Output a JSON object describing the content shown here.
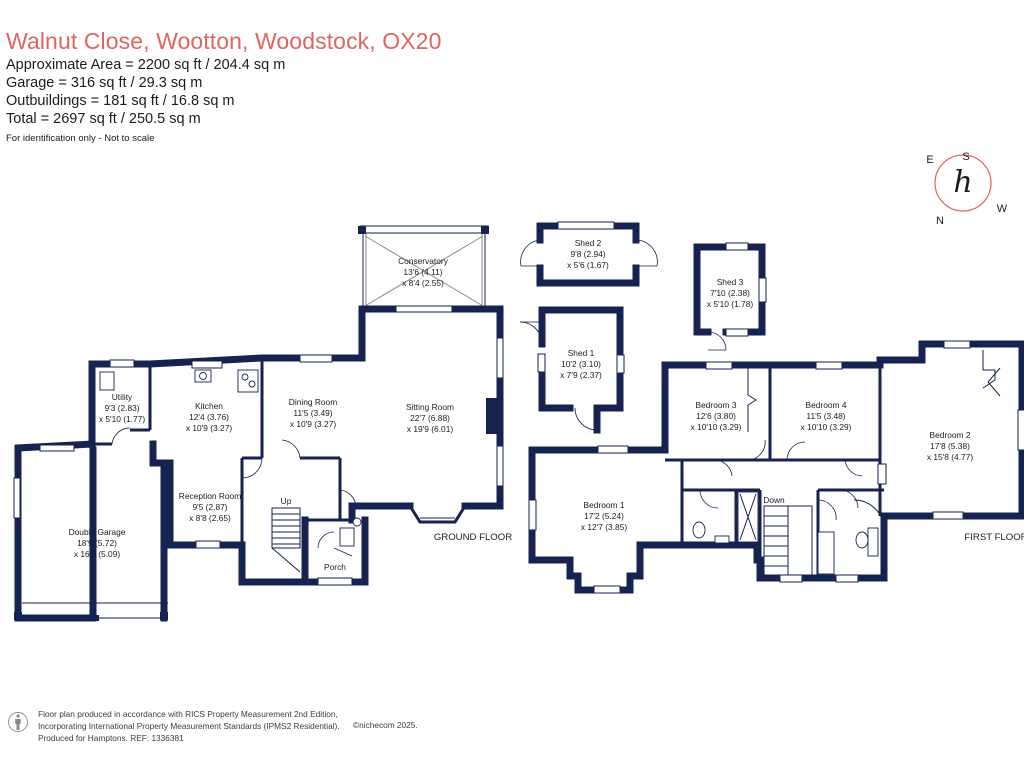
{
  "header": {
    "title": "Walnut Close, Wootton, Woodstock, OX20",
    "areas": [
      "Approximate Area = 2200 sq ft / 204.4 sq m",
      "Garage = 316 sq ft / 29.3 sq m",
      "Outbuildings = 181 sq ft / 16.8 sq m",
      "Total = 2697 sq ft / 250.5 sq m"
    ],
    "disclaimer": "For identification only - Not to scale"
  },
  "logo": {
    "letters": [
      "S",
      "W",
      "E",
      "N"
    ],
    "center_letter": "h"
  },
  "ground_floor": {
    "label": "GROUND FLOOR",
    "rooms": {
      "conservatory": {
        "name": "Conservatory",
        "dims": [
          "13'6 (4.11)",
          "x 8'4 (2.55)"
        ]
      },
      "utility": {
        "name": "Utility",
        "dims": [
          "9'3 (2.83)",
          "x 5'10 (1.77)"
        ]
      },
      "kitchen": {
        "name": "Kitchen",
        "dims": [
          "12'4 (3.76)",
          "x 10'9 (3.27)"
        ]
      },
      "dining": {
        "name": "Dining Room",
        "dims": [
          "11'5 (3.49)",
          "x 10'9 (3.27)"
        ]
      },
      "sitting": {
        "name": "Sitting Room",
        "dims": [
          "22'7 (6.88)",
          "x 19'9 (6.01)"
        ]
      },
      "reception": {
        "name": "Reception Room",
        "dims": [
          "9'5 (2.87)",
          "x 8'8 (2.65)"
        ]
      },
      "garage": {
        "name": "Double Garage",
        "dims": [
          "18'9 (5.72)",
          "x 16'8 (5.09)"
        ]
      },
      "porch": {
        "name": "Porch"
      },
      "stairs_up": "Up"
    }
  },
  "outbuildings": {
    "shed1": {
      "name": "Shed 1",
      "dims": [
        "10'2 (3.10)",
        "x 7'9 (2.37)"
      ]
    },
    "shed2": {
      "name": "Shed 2",
      "dims": [
        "9'8 (2.94)",
        "x 5'6 (1.67)"
      ]
    },
    "shed3": {
      "name": "Shed 3",
      "dims": [
        "7'10 (2.38)",
        "x 5'10 (1.78)"
      ]
    }
  },
  "first_floor": {
    "label": "FIRST FLOOR",
    "rooms": {
      "bedroom1": {
        "name": "Bedroom 1",
        "dims": [
          "17'2 (5.24)",
          "x 12'7 (3.85)"
        ]
      },
      "bedroom2": {
        "name": "Bedroom 2",
        "dims": [
          "17'8 (5.38)",
          "x 15'8 (4.77)"
        ]
      },
      "bedroom3": {
        "name": "Bedroom 3",
        "dims": [
          "12'6 (3.80)",
          "x 10'10 (3.29)"
        ]
      },
      "bedroom4": {
        "name": "Bedroom 4",
        "dims": [
          "11'5 (3.48)",
          "x 10'10 (3.29)"
        ]
      },
      "stairs_down": "Down"
    }
  },
  "footer": {
    "lines": [
      "Floor plan produced in accordance with RICS Property Measurement 2nd Edition,",
      "Incorporating International Property Measurement Standards (IPMS2 Residential).",
      "Produced for Hamptons.   REF:  1336381"
    ],
    "brand": "©nichecom 2025."
  },
  "colors": {
    "wall": "#16224f",
    "title": "#e0645f",
    "logo": "#e0645f",
    "text": "#1c1c1c"
  }
}
